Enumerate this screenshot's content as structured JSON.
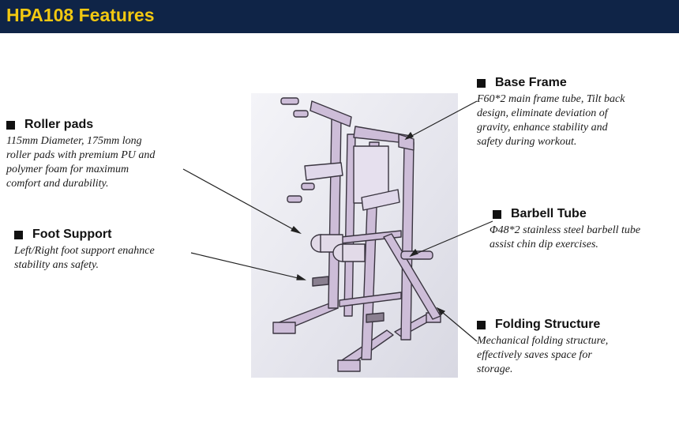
{
  "header": {
    "title": "HPA108 Features"
  },
  "features": {
    "roller": {
      "title": "Roller pads",
      "desc": [
        "115mm Diameter, 175mm long",
        "roller pads with  premium PU and",
        "polymer foam for maximum",
        "comfort and durability."
      ]
    },
    "foot": {
      "title": "Foot Support",
      "desc": [
        "Left/Right foot support enahnce",
        "stability ans safety."
      ]
    },
    "base": {
      "title": "Base Frame",
      "desc": [
        "F60*2 main frame tube, Tilt back",
        "design, eliminate deviation of",
        "gravity, enhance stability and",
        "safety during workout."
      ]
    },
    "barbell": {
      "title": "Barbell Tube",
      "desc": [
        "Φ48*2 stainless steel barbell tube",
        "assist chin dip exercises."
      ]
    },
    "folding": {
      "title": "Folding Structure",
      "desc": [
        "Mechanical folding structure,",
        "effectively saves space for",
        "storage."
      ]
    }
  },
  "colors": {
    "header_bg": "#0f2447",
    "title_text": "#f2c811",
    "frame": "#c8b8d4",
    "frame_outline": "#3a3540"
  },
  "icons": {
    "bullet": "square-bullet-icon",
    "machine": "power-tower-machine-image"
  }
}
